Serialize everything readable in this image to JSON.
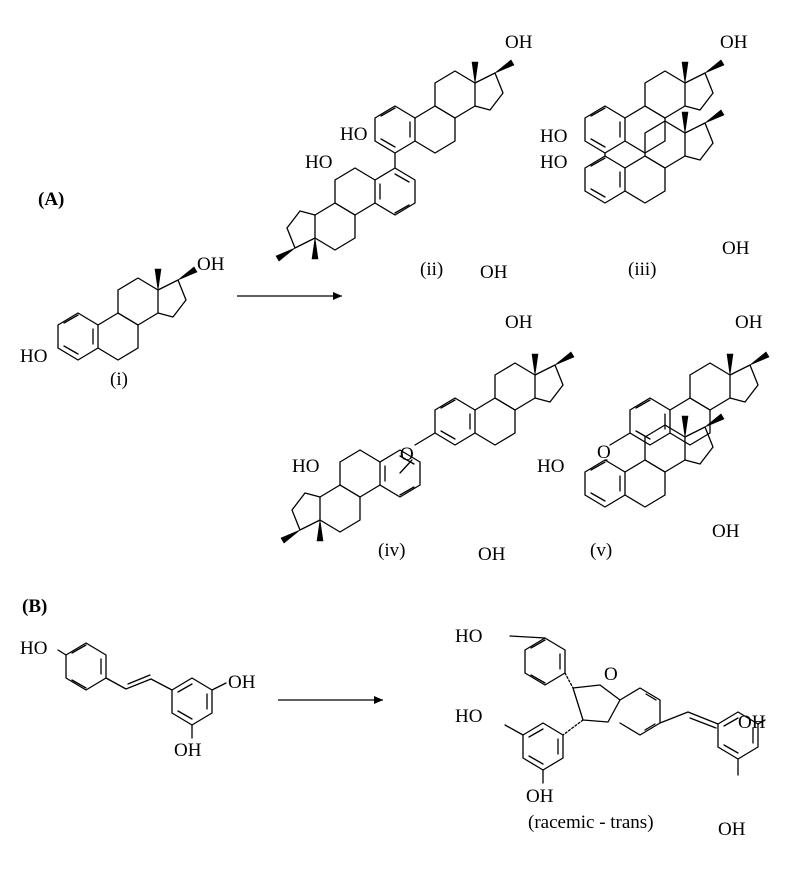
{
  "panels": {
    "a": "(A)",
    "b": "(B)"
  },
  "compounds": {
    "i": "(i)",
    "ii": "(ii)",
    "iii": "(iii)",
    "iv": "(iv)",
    "v": "(v)",
    "product_b": "(racemic - trans)"
  },
  "atoms": {
    "oh": "OH",
    "ho": "HO",
    "o": "O"
  }
}
